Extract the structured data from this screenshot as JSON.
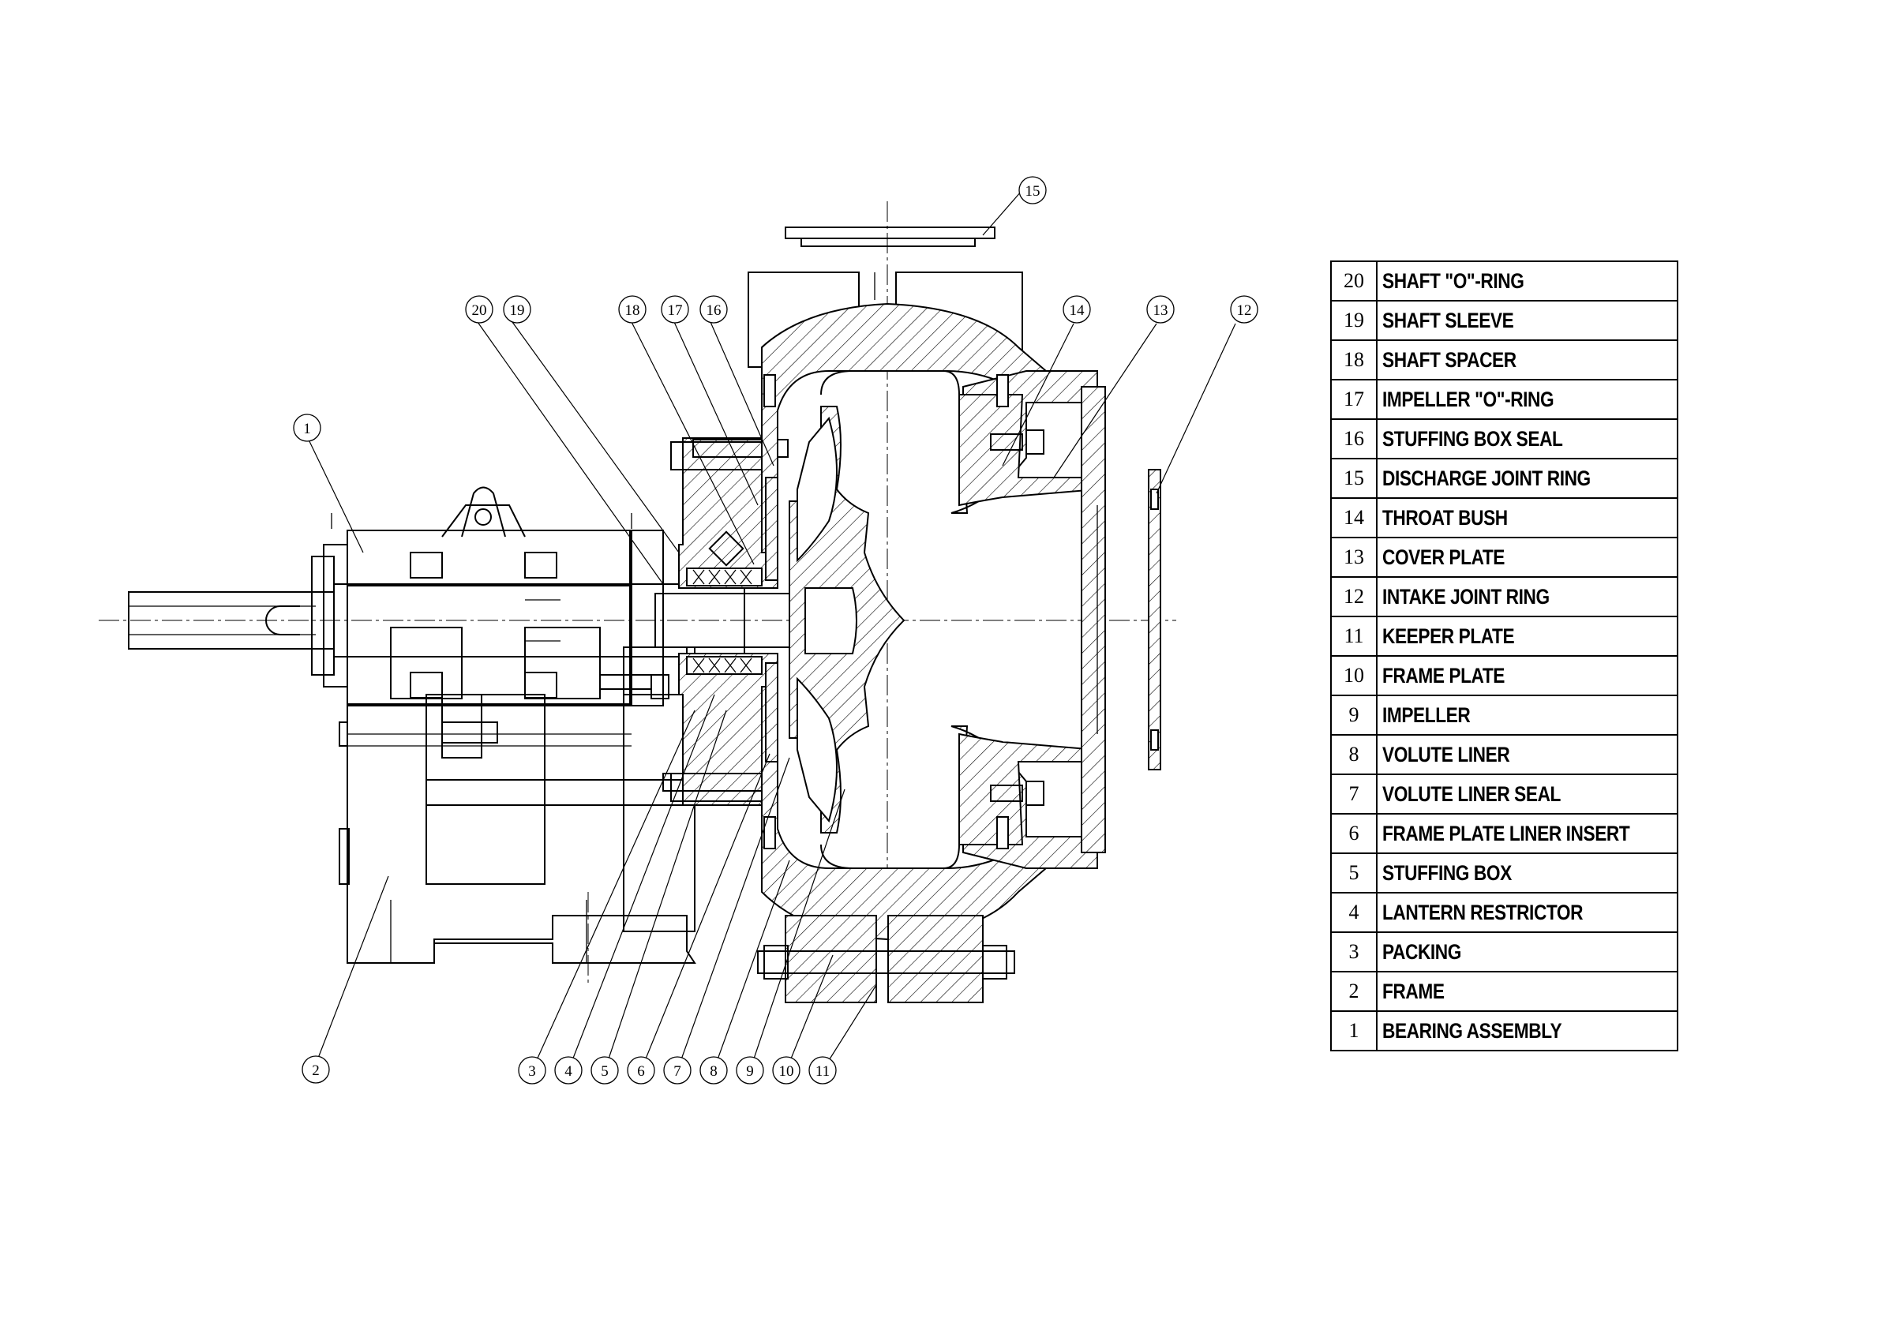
{
  "balloons": [
    "1",
    "2",
    "3",
    "4",
    "5",
    "6",
    "7",
    "8",
    "9",
    "10",
    "11",
    "12",
    "13",
    "14",
    "15",
    "16",
    "17",
    "18",
    "19",
    "20"
  ],
  "parts_list": [
    {
      "no": "20",
      "description": "SHAFT  \"O\"-RING"
    },
    {
      "no": "19",
      "description": "SHAFT SLEEVE"
    },
    {
      "no": "18",
      "description": "SHAFT SPACER"
    },
    {
      "no": "17",
      "description": "IMPELLER \"O\"-RING"
    },
    {
      "no": "16",
      "description": "STUFFING BOX SEAL"
    },
    {
      "no": "15",
      "description": "DISCHARGE JOINT RING"
    },
    {
      "no": "14",
      "description": "THROAT BUSH"
    },
    {
      "no": "13",
      "description": "COVER PLATE"
    },
    {
      "no": "12",
      "description": "INTAKE JOINT RING"
    },
    {
      "no": "11",
      "description": "KEEPER PLATE"
    },
    {
      "no": "10",
      "description": "FRAME PLATE"
    },
    {
      "no": "9",
      "description": "IMPELLER"
    },
    {
      "no": "8",
      "description": "VOLUTE LINER"
    },
    {
      "no": "7",
      "description": "VOLUTE LINER SEAL"
    },
    {
      "no": "6",
      "description": "FRAME PLATE LINER INSERT"
    },
    {
      "no": "5",
      "description": "STUFFING BOX"
    },
    {
      "no": "4",
      "description": "LANTERN RESTRICTOR"
    },
    {
      "no": "3",
      "description": "PACKING"
    },
    {
      "no": "2",
      "description": "FRAME"
    },
    {
      "no": "1",
      "description": "BEARING ASSEMBLY"
    }
  ]
}
